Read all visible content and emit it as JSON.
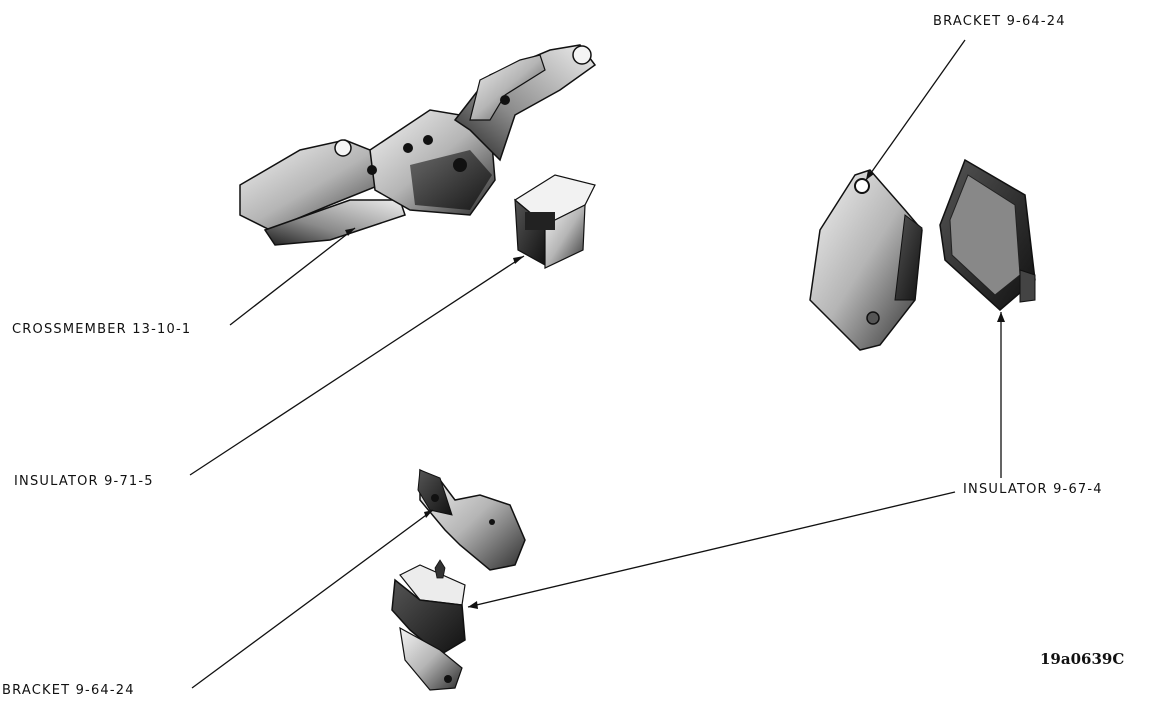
{
  "labels": {
    "bracket_upper": "BRACKET 9-64-24",
    "crossmember": "CROSSMEMBER 13-10-1",
    "insulator_front": "INSULATOR 9-71-5",
    "insulator_rear": "INSULATOR 9-67-4",
    "bracket_lower": "BRACKET 9-64-24"
  },
  "figure_id": "19a0639C",
  "colors": {
    "ink": "#111111",
    "metal_light": "#e6e6e6",
    "metal_mid": "#9a9a9a",
    "metal_dark": "#333333",
    "paper": "#ffffff"
  }
}
